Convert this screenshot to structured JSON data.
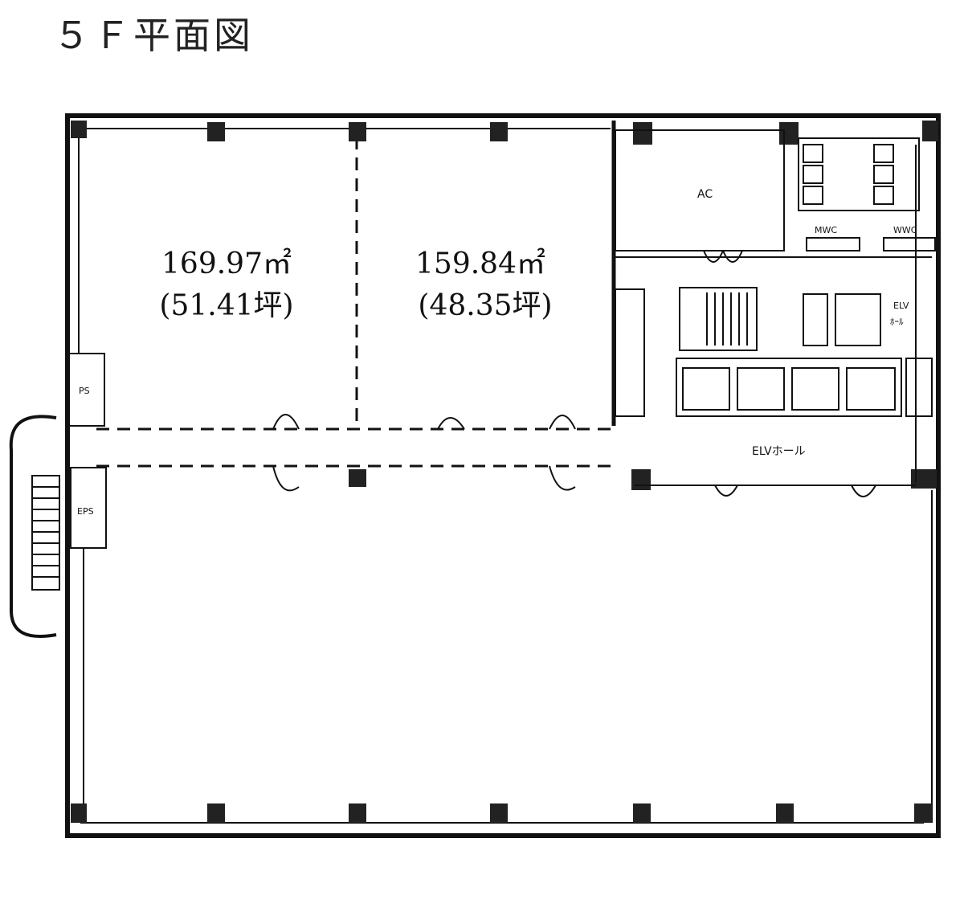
{
  "title": "５Ｆ平面図",
  "rooms": [
    {
      "area": "169.97㎡",
      "tsubo": "(51.41坪)"
    },
    {
      "area": "159.84㎡",
      "tsubo": "(48.35坪)"
    }
  ],
  "labels": {
    "ac": "AC",
    "mwc": "MWC",
    "wwc": "WWC",
    "elv": "ELV",
    "elv_sub": "ﾎｰﾙ",
    "elv_hall": "ELVホール",
    "ps": "PS",
    "ep": "EPS"
  }
}
